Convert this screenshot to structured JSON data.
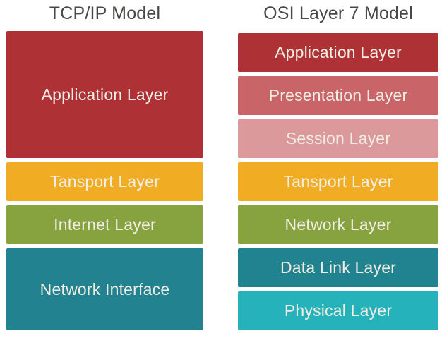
{
  "diagram": {
    "title_color": "#4a4846",
    "label_color": "#f2ede4",
    "columns": [
      {
        "title": "TCP/IP Model",
        "layers": [
          {
            "label": "Application Layer",
            "color": "#ae3235"
          },
          {
            "label": "Tansport Layer",
            "color": "#f0ad23"
          },
          {
            "label": "Internet Layer",
            "color": "#86a33f"
          },
          {
            "label": "Network Interface",
            "color": "#22828f"
          }
        ]
      },
      {
        "title": "OSI Layer 7 Model",
        "layers": [
          {
            "label": "Application Layer",
            "color": "#ae3235"
          },
          {
            "label": "Presentation Layer",
            "color": "#c96569"
          },
          {
            "label": "Session Layer",
            "color": "#dc999c"
          },
          {
            "label": "Tansport Layer",
            "color": "#f0ad23"
          },
          {
            "label": "Network Layer",
            "color": "#86a33f"
          },
          {
            "label": "Data Link Layer",
            "color": "#21838f"
          },
          {
            "label": "Physical Layer",
            "color": "#26b2bb"
          }
        ]
      }
    ]
  }
}
